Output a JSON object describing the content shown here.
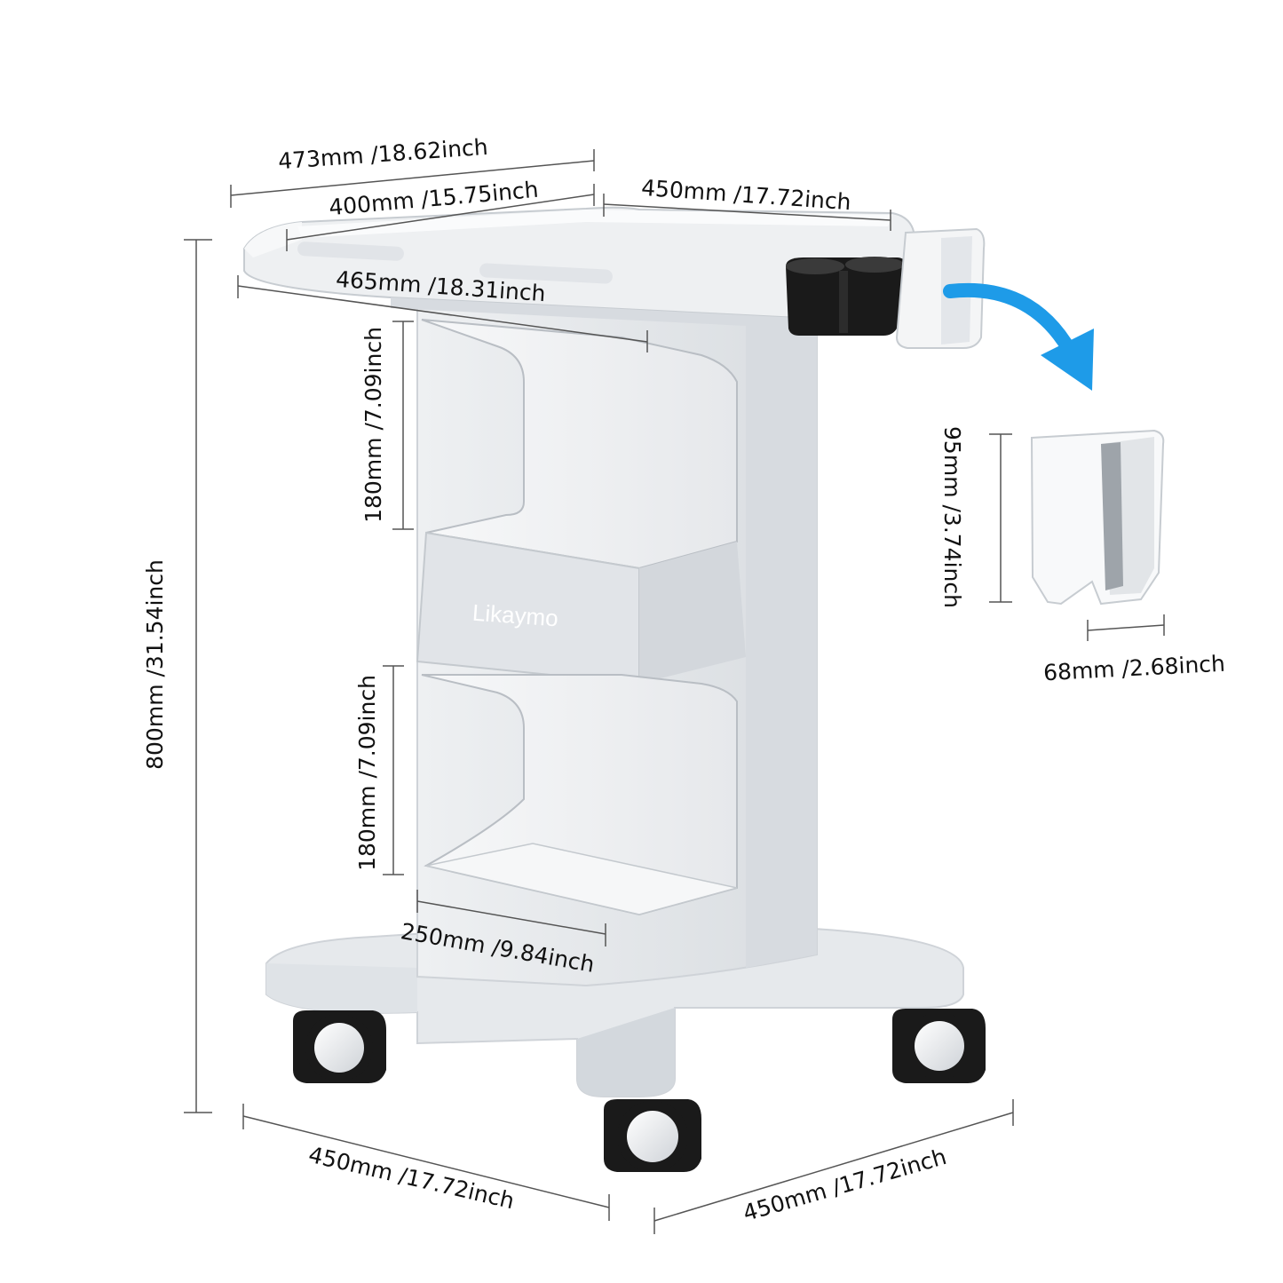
{
  "brand": "Likaymo",
  "colors": {
    "body": "#e3e6ea",
    "panel": "#f2f3f5",
    "shadow": "#cfd3d8",
    "black": "#1a1a1a",
    "arrow": "#1e9be8",
    "line": "#555555"
  },
  "dimensions": {
    "top_width": "473mm /18.62inch",
    "tray_inner_width": "400mm /15.75inch",
    "tray_depth": "450mm /17.72inch",
    "tray_front_width": "465mm /18.31inch",
    "upper_shelf_height": "180mm /7.09inch",
    "lower_shelf_height": "180mm /7.09inch",
    "total_height": "800mm /31.54inch",
    "shelf_width": "250mm /9.84inch",
    "base_width": "450mm /17.72inch",
    "base_depth": "450mm /17.72inch",
    "holder_height": "95mm /3.74inch",
    "holder_width": "68mm /2.68inch"
  }
}
